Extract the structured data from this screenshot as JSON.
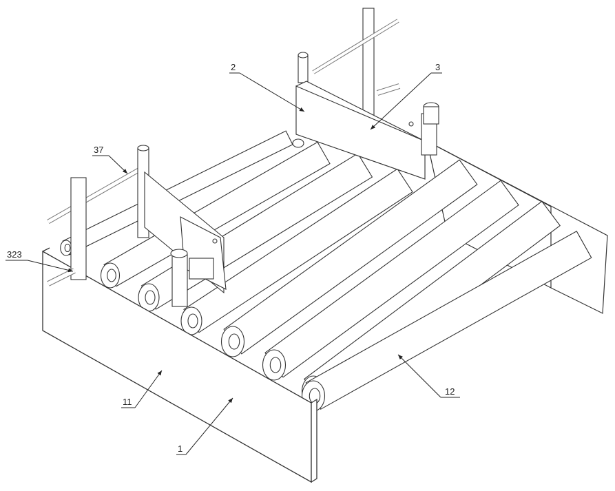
{
  "labels": {
    "l1": "1",
    "l2": "2",
    "l3": "3",
    "l11": "11",
    "l12": "12",
    "l37": "37",
    "l323": "323"
  }
}
